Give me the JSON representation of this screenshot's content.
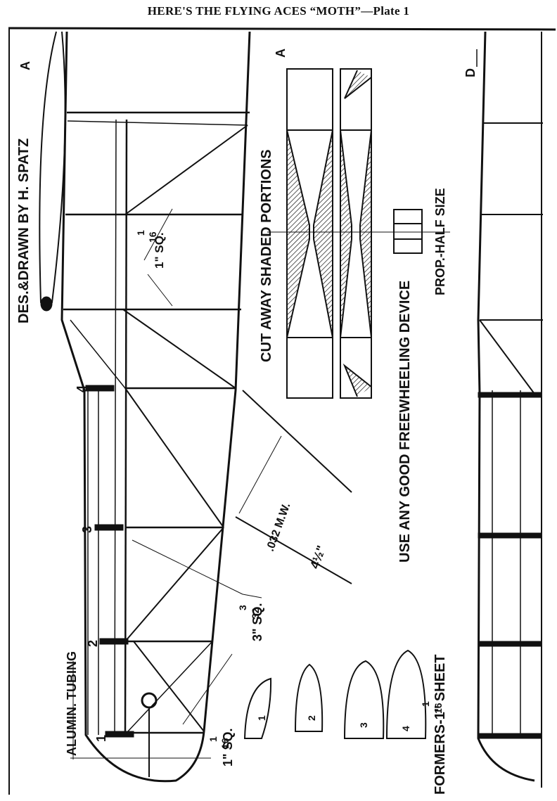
{
  "title": "HERE'S THE FLYING ACES “MOTH”—Plate 1",
  "labels": {
    "designer": "DES.&DRAWN BY H. SPATZ",
    "section_a": "A",
    "section_d": "D",
    "strut_size_top": "1\" SQ.",
    "strut_frac_num": "1",
    "strut_frac_den": "16",
    "cut_away": "CUT AWAY SHADED PORTIONS",
    "prop_size": "PROP.-HALF SIZE",
    "freewheel": "USE ANY GOOD FREEWHEELING DEVICE",
    "wire": ".032 M.W.",
    "wire_len": "4½\"",
    "longeron": "3\" SQ.",
    "longeron_num": "3",
    "longeron_den": "32",
    "tubing": "ALUMIN. TUBING",
    "small_sq": "1\" SQ.",
    "small_num": "1",
    "small_den": "16",
    "formers": "FORMERS-1\" SHEET",
    "formers_num": "1",
    "formers_den": "16"
  },
  "station_numbers": [
    "1",
    "2",
    "3",
    "4"
  ],
  "former_numbers": [
    "1",
    "2",
    "3",
    "4"
  ]
}
